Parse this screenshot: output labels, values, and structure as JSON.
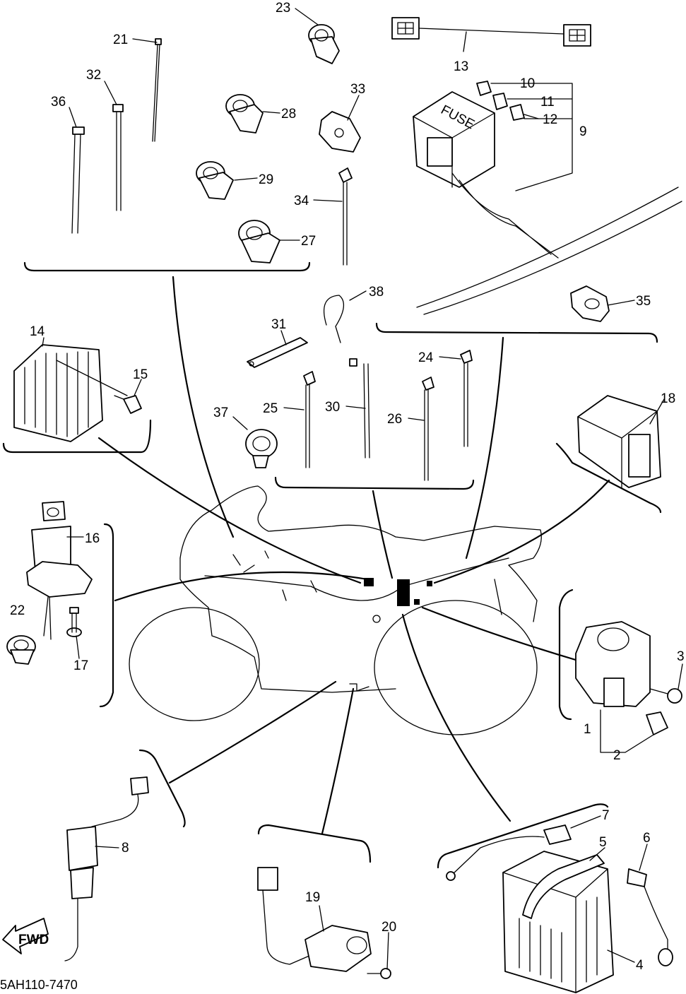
{
  "diagram": {
    "drawing_code": "5AH110-7470",
    "direction_label": "FWD",
    "fuse_box_label": "FUSE",
    "callouts": [
      "1",
      "2",
      "3",
      "4",
      "5",
      "6",
      "7",
      "8",
      "9",
      "10",
      "11",
      "12",
      "13",
      "14",
      "15",
      "16",
      "17",
      "18",
      "19",
      "20",
      "21",
      "22",
      "23",
      "24",
      "25",
      "26",
      "27",
      "28",
      "29",
      "30",
      "31",
      "32",
      "33",
      "34",
      "35",
      "36",
      "37",
      "38"
    ]
  }
}
